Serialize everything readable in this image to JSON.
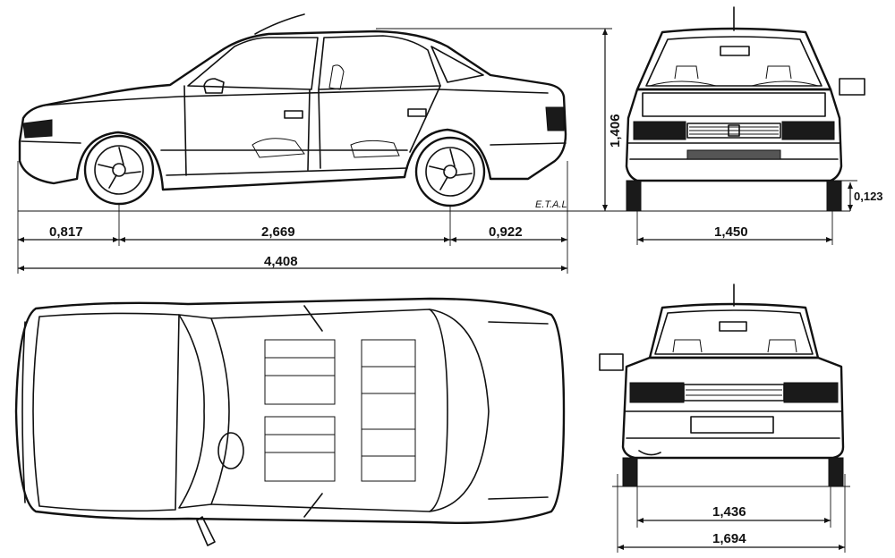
{
  "drawing": {
    "signature": "E.T.A.L",
    "dimensions": {
      "front_overhang": "0,817",
      "wheelbase": "2,669",
      "rear_overhang": "0,922",
      "overall_length": "4,408",
      "overall_height": "1,406",
      "ground_clearance": "0,123",
      "front_track": "1,450",
      "rear_track": "1,436",
      "overall_width": "1,694"
    }
  }
}
